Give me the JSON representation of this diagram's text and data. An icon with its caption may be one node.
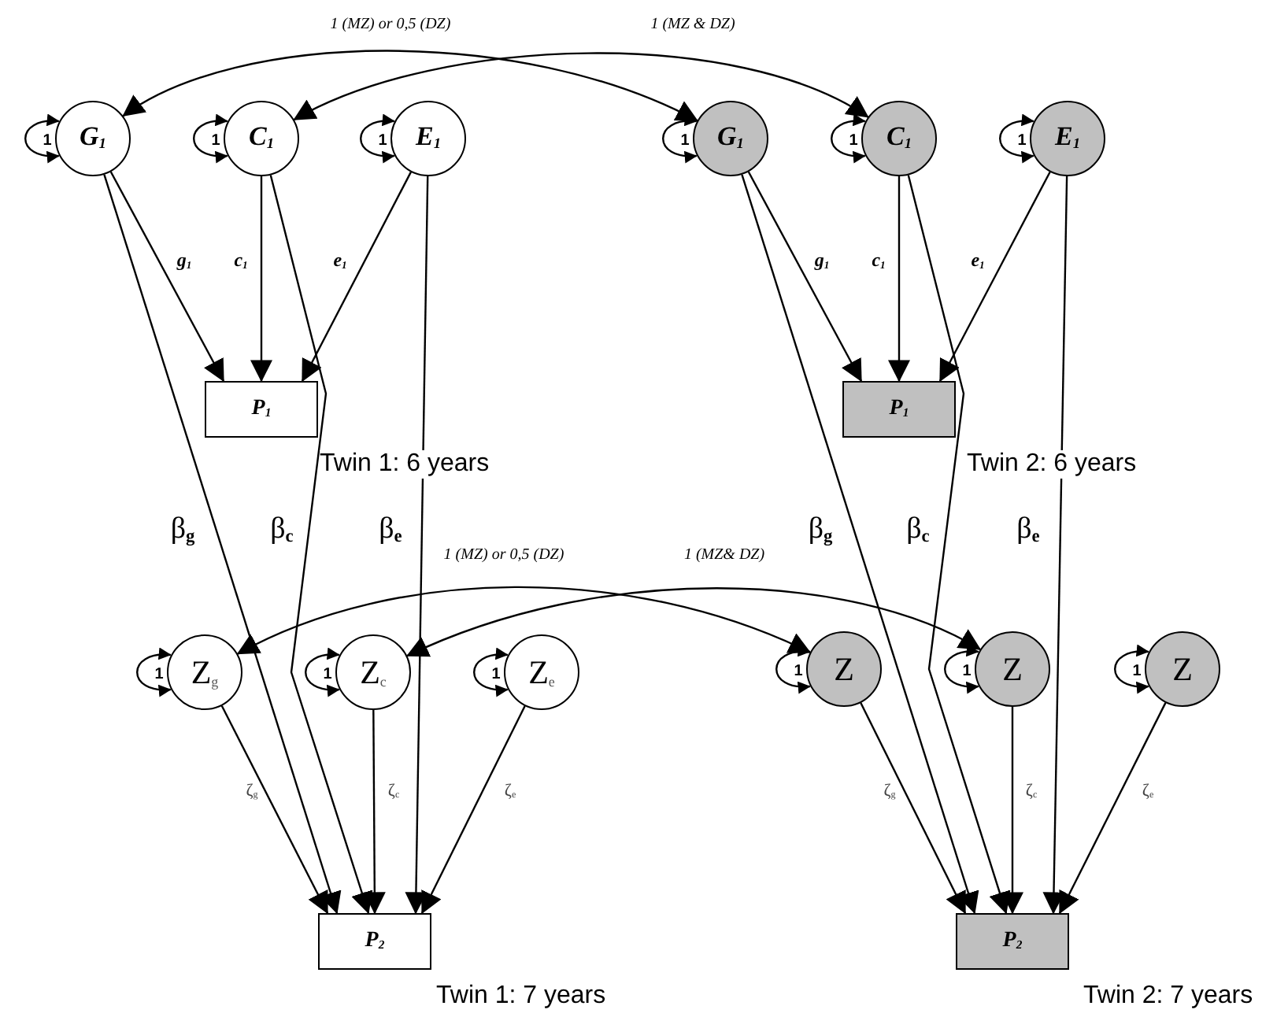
{
  "diagram": {
    "nodes": [
      {
        "text": [
          "G$_{1}$"
        ]
      },
      {
        "text": [
          "C$_{1}$"
        ]
      },
      {
        "text": [
          "E$_{1}$"
        ]
      },
      {
        "text": [
          "G$_{1}$"
        ]
      },
      {
        "text": [
          "C$_{1}$"
        ]
      },
      {
        "text": [
          "E$_{1}$"
        ]
      },
      {
        "text": [
          "P$_{1}$"
        ],
        "beside": [
          "Twin 1: 6 years"
        ]
      },
      {
        "text": [
          "P$_{1}$"
        ],
        "beside": [
          "Twin 2: 6 years"
        ]
      },
      {
        "text": [
          "Z$_{g}$"
        ]
      },
      {
        "text": [
          "Z$_{c}$"
        ]
      },
      {
        "text": [
          "Z$_{e}$"
        ]
      },
      {
        "text": [
          "Z"
        ]
      },
      {
        "text": [
          "Z"
        ]
      },
      {
        "text": [
          "Z"
        ]
      },
      {
        "text": [
          "P$_{2}$"
        ],
        "beside": [
          "Twin 1: 7 years"
        ]
      },
      {
        "text": [
          "P$_{2}$"
        ],
        "beside": [
          "Twin 2: 7 years"
        ]
      }
    ],
    "edges": [
      {
        "from": 0,
        "to": 6,
        "arrow": "to",
        "label": "g$_{1}$"
      },
      {
        "from": 1,
        "to": 6,
        "arrow": "to",
        "label": "c$_{1}$"
      },
      {
        "from": 2,
        "to": 6,
        "arrow": "to",
        "label": "e$_{1}$"
      },
      {
        "from": 3,
        "to": 7,
        "arrow": "to",
        "label": "g$_{1}$"
      },
      {
        "from": 4,
        "to": 7,
        "arrow": "to",
        "label": "c$_{1}$"
      },
      {
        "from": 5,
        "to": 7,
        "arrow": "to",
        "label": "e$_{1}$"
      },
      {
        "from": 0,
        "to": 14,
        "arrow": "to",
        "label": "β$_{g}$"
      },
      {
        "from": 1,
        "to": 14,
        "arrow": "to",
        "label": "β$_{c}$"
      },
      {
        "from": 2,
        "to": 14,
        "arrow": "to",
        "label": "β$_{e}$"
      },
      {
        "from": 3,
        "to": 15,
        "arrow": "to",
        "label": "β$_{g}$"
      },
      {
        "from": 4,
        "to": 15,
        "arrow": "to",
        "label": "β$_{c}$"
      },
      {
        "from": 5,
        "to": 15,
        "arrow": "to",
        "label": "β$_{e}$"
      },
      {
        "from": 8,
        "to": 14,
        "arrow": "to",
        "label": "ζ$_{g}$"
      },
      {
        "from": 9,
        "to": 14,
        "arrow": "to",
        "label": "ζ$_{c}$"
      },
      {
        "from": 10,
        "to": 14,
        "arrow": "to",
        "label": "ζ$_{e}$"
      },
      {
        "from": 11,
        "to": 15,
        "arrow": "to",
        "label": "ζ$_{g}$"
      },
      {
        "from": 12,
        "to": 15,
        "arrow": "to",
        "label": "ζ$_{c}$"
      },
      {
        "from": 13,
        "to": 15,
        "arrow": "to",
        "label": "ζ$_{e}$"
      },
      {
        "from": 0,
        "to": 3,
        "arrow": "both",
        "label": "1 (MZ) or 0,5 (DZ)"
      },
      {
        "from": 1,
        "to": 4,
        "arrow": "both",
        "label": "1 (MZ & DZ)"
      },
      {
        "from": 8,
        "to": 11,
        "arrow": "both",
        "label": "1 (MZ) or 0,5 (DZ)"
      },
      {
        "from": 9,
        "to": 12,
        "arrow": "both",
        "label": "1 (MZ& DZ)"
      },
      {
        "from": 0,
        "to": 0,
        "arrow": "both",
        "label": "1"
      },
      {
        "from": 1,
        "to": 1,
        "arrow": "both",
        "label": "1"
      },
      {
        "from": 2,
        "to": 2,
        "arrow": "both",
        "label": "1"
      },
      {
        "from": 3,
        "to": 3,
        "arrow": "both",
        "label": "1"
      },
      {
        "from": 4,
        "to": 4,
        "arrow": "both",
        "label": "1"
      },
      {
        "from": 5,
        "to": 5,
        "arrow": "both",
        "label": "1"
      },
      {
        "from": 8,
        "to": 8,
        "arrow": "both",
        "label": "1"
      },
      {
        "from": 9,
        "to": 9,
        "arrow": "both",
        "label": "1"
      },
      {
        "from": 10,
        "to": 10,
        "arrow": "both",
        "label": "1"
      },
      {
        "from": 11,
        "to": 11,
        "arrow": "both",
        "label": "1"
      },
      {
        "from": 12,
        "to": 12,
        "arrow": "both",
        "label": "1"
      },
      {
        "from": 13,
        "to": 13,
        "arrow": "both",
        "label": "1"
      }
    ]
  }
}
